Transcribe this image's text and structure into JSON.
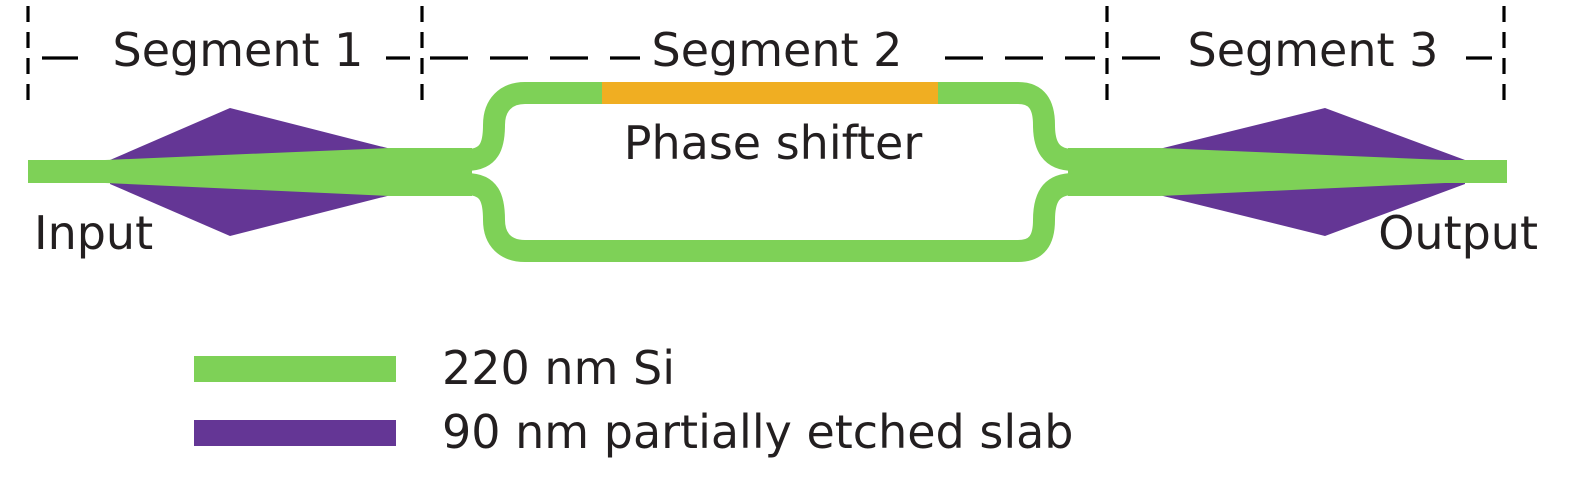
{
  "segments": [
    {
      "label": "Segment 1"
    },
    {
      "label": "Segment 2"
    },
    {
      "label": "Segment 3"
    }
  ],
  "ports": {
    "input": "Input",
    "output": "Output"
  },
  "phase_shifter": {
    "label": "Phase shifter"
  },
  "legend": [
    {
      "label": "220 nm Si",
      "color": "#7ed157"
    },
    {
      "label": "90 nm partially etched slab",
      "color": "#643695"
    }
  ],
  "colors": {
    "silicon": "#7ed157",
    "slab": "#643695",
    "phase_shifter": "#f0ae22",
    "boundary_lines": "#000000"
  }
}
